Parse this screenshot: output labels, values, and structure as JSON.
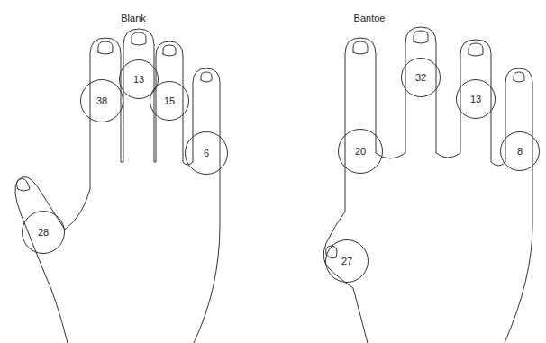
{
  "diagram": {
    "nodes": [
      {
        "text": [
          "38"
        ]
      },
      {
        "text": [
          "13"
        ]
      },
      {
        "text": [
          "15"
        ]
      },
      {
        "text": [
          "6"
        ]
      },
      {
        "text": [
          "28"
        ]
      },
      {
        "text": [
          "20"
        ]
      },
      {
        "text": [
          "32"
        ]
      },
      {
        "text": [
          "13"
        ]
      },
      {
        "text": [
          "8"
        ]
      },
      {
        "text": [
          "27"
        ]
      }
    ],
    "labels": [
      "Blank",
      "Bantoe"
    ]
  }
}
